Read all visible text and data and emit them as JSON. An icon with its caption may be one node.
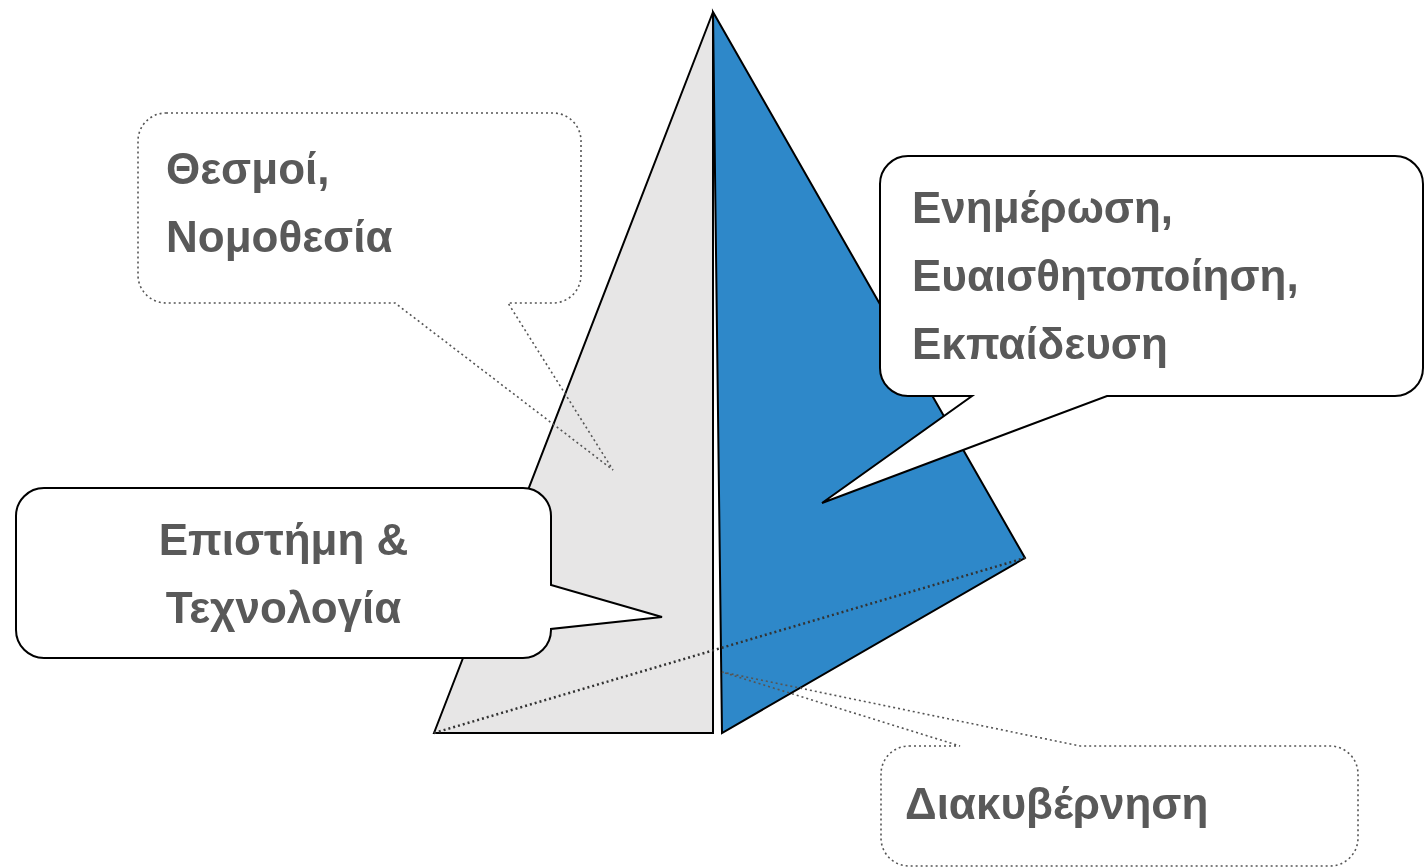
{
  "diagram": {
    "nodes": [
      {
        "text": [
          "Θεσμοί, Νομοθεσία"
        ]
      },
      {
        "text": [
          "Ενημέρωση, Ευαισθητοποίηση, Εκπαίδευση"
        ]
      },
      {
        "text": [
          "Επιστήμη & Τεχνολογία"
        ]
      },
      {
        "text": [
          "Διακυβέρνηση"
        ]
      }
    ]
  }
}
